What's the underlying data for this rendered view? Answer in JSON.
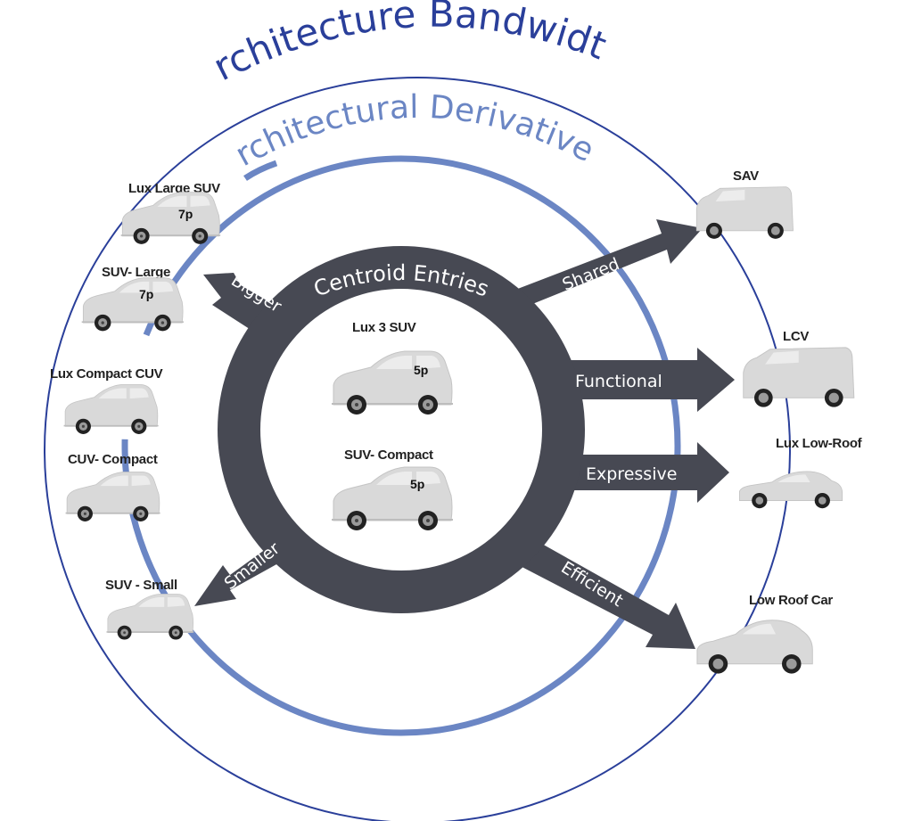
{
  "title_outer": "Architecture Bandwidth",
  "title_inner": "Architectural Derivatives",
  "centroid": {
    "label": "Centroid Entries",
    "vehicles": [
      {
        "name": "Lux 3 SUV",
        "pax": "5p"
      },
      {
        "name": "SUV- Compact",
        "pax": "5p"
      }
    ]
  },
  "arrows": {
    "bigger": "Bigger",
    "smaller": "Smaller",
    "shared": "Shared",
    "functional": "Functional",
    "expressive": "Expressive",
    "efficient": "Efficient"
  },
  "left_vehicles": [
    {
      "name": "Lux Large SUV",
      "pax": "7p"
    },
    {
      "name": "SUV- Large",
      "pax": "7p"
    },
    {
      "name": "Lux Compact CUV",
      "pax": ""
    },
    {
      "name": "CUV- Compact",
      "pax": ""
    },
    {
      "name": "SUV - Small",
      "pax": ""
    }
  ],
  "right_vehicles": [
    {
      "name": "SAV"
    },
    {
      "name": "LCV"
    },
    {
      "name": "Lux Low-Roof"
    },
    {
      "name": "Low Roof Car"
    }
  ],
  "colors": {
    "outer_ring": "#2a3f9a",
    "inner_ring": "#6b86c4",
    "centroid_ring": "#4a4c55",
    "vehicle": "#d9d9d9"
  }
}
